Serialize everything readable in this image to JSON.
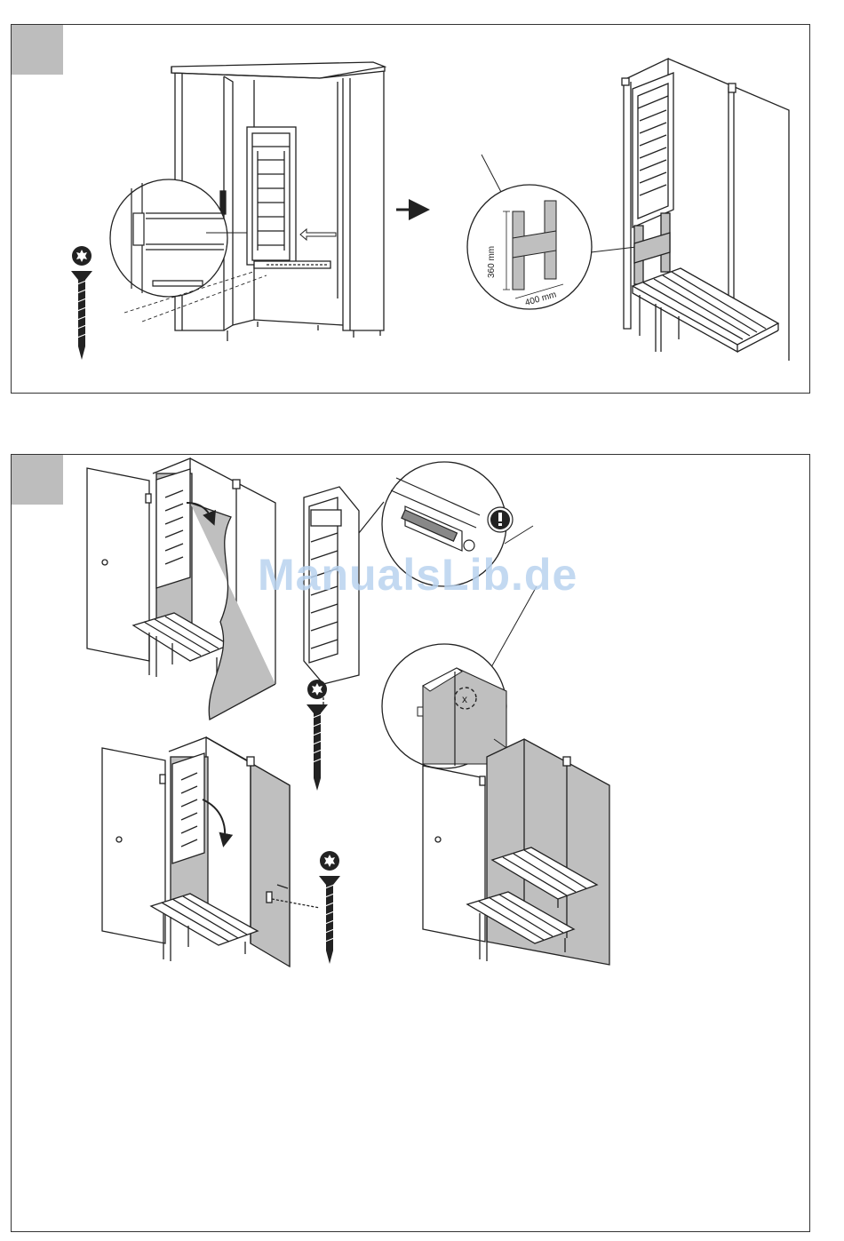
{
  "step1": {
    "dimension_height": "360 mm",
    "dimension_width": "400 mm"
  },
  "watermark": "ManualsLib.de",
  "colors": {
    "step_marker": "#bdbdbd",
    "panel_gray": "#bfbfbf",
    "line": "#222222",
    "watermark": "#b9d3ef"
  },
  "icons": [
    "torx-screw-icon",
    "warning-exclamation-icon",
    "direction-arrow-icon",
    "magnifier-callout-icon"
  ]
}
